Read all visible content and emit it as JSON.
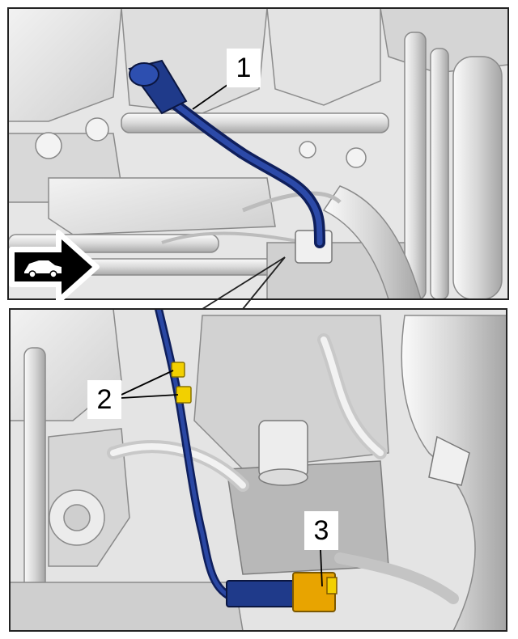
{
  "callouts": [
    {
      "id": "1",
      "label": "1",
      "target": "harness-connector-top"
    },
    {
      "id": "2",
      "label": "2",
      "target": "harness-clips"
    },
    {
      "id": "3",
      "label": "3",
      "target": "harness-connector-bottom"
    }
  ],
  "direction_icon": "vehicle-forward-arrow-icon",
  "colors": {
    "harness": "#1f3a8a",
    "harness_dark": "#0f1f5c",
    "clip": "#f2d000",
    "connector": "#e8a400",
    "engine_light": "#e9e9e9",
    "engine_mid": "#cfcfcf",
    "engine_dark": "#9a9a9a",
    "frame": "#222222"
  }
}
